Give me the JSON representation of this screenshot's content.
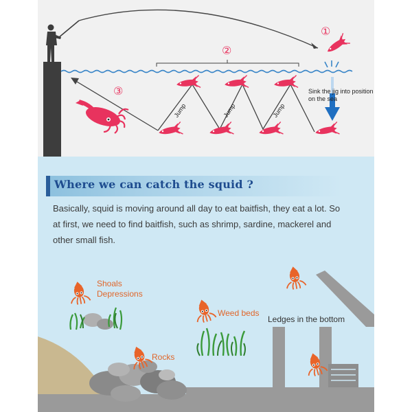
{
  "top_diagram": {
    "step_markers": [
      "①",
      "②",
      "③"
    ],
    "jump_labels": [
      "Jump",
      "Jump",
      "Jump"
    ],
    "sink_label": "Sink the jig into position on the sea"
  },
  "section": {
    "heading": "Where we can catch the squid ?",
    "paragraph": "Basically, squid is moving around all day to eat baitfish, they eat a lot. So at first, we need to find baitfish, such as shrimp, sardine, mackerel and other small fish."
  },
  "habitats": {
    "shoals": "Shoals",
    "depressions": "Depressions",
    "weed_beds": "Weed beds",
    "rocks": "Rocks",
    "ledges": "Ledges in the bottom"
  },
  "colors": {
    "sea_blue": "#cfe8f4",
    "heading_blue": "#1e4c8f",
    "jig_pink": "#e8335e",
    "squid_orange": "#e8642a",
    "ledge_gray": "#9a9a9a",
    "pier_dark": "#3d3d3d"
  }
}
